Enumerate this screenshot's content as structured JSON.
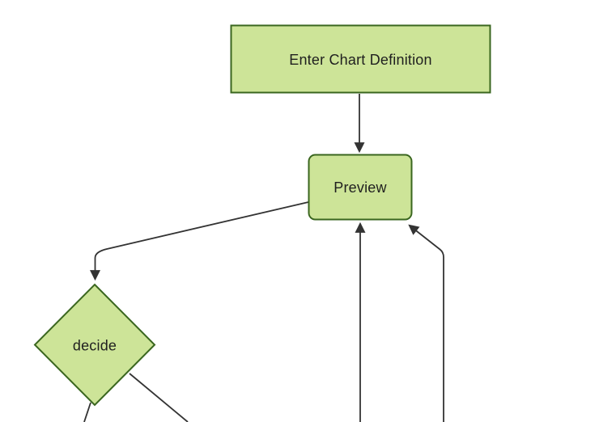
{
  "diagram": {
    "type": "flowchart",
    "orientation": "top-down",
    "colors": {
      "background": "#ffffff",
      "node_fill": "#cde498",
      "node_stroke": "#3a661f",
      "edge_color": "#333333",
      "text_color": "#1f1f1f"
    },
    "nodes": [
      {
        "id": "enter-chart-definition",
        "label": "Enter Chart Definition",
        "shape": "rectangle"
      },
      {
        "id": "preview",
        "label": "Preview",
        "shape": "rounded-rectangle"
      },
      {
        "id": "decide",
        "label": "decide",
        "shape": "diamond"
      }
    ],
    "edges": [
      {
        "from": "enter-chart-definition",
        "to": "preview",
        "arrow": true
      },
      {
        "from": "preview",
        "to": "decide",
        "arrow": true
      },
      {
        "from": "offscreen-bottom",
        "to": "preview",
        "arrow": true
      },
      {
        "from": "offscreen-bottom-right",
        "to": "preview",
        "arrow": true
      },
      {
        "from": "decide",
        "to": "offscreen-bottom-left",
        "arrow": false
      },
      {
        "from": "decide",
        "to": "offscreen-bottom-right",
        "arrow": false
      }
    ]
  }
}
